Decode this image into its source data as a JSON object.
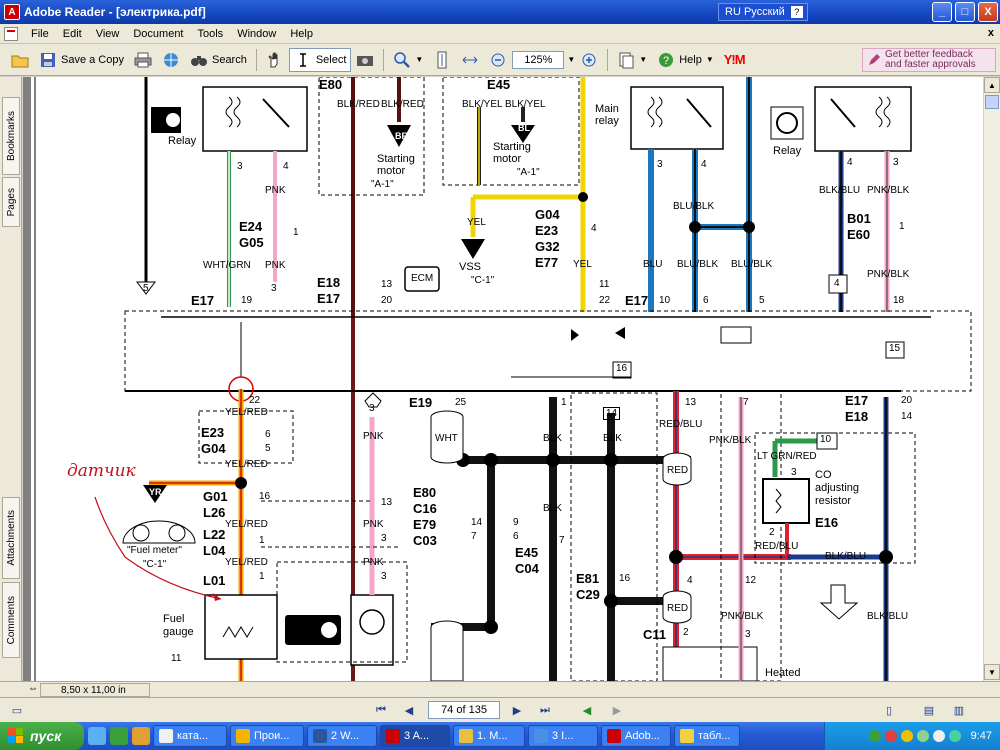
{
  "window": {
    "title": "Adobe Reader - [электрика.pdf]",
    "app_icon_letter": "A",
    "language_indicator": "RU Русский",
    "help_icon": "?",
    "minimize_glyph": "_",
    "maximize_glyph": "□",
    "close_glyph": "X"
  },
  "menu": {
    "items": [
      "File",
      "Edit",
      "View",
      "Document",
      "Tools",
      "Window",
      "Help"
    ],
    "close_doc_glyph": "x"
  },
  "toolbar": {
    "save_copy_label": "Save a Copy",
    "search_label": "Search",
    "select_label": "Select",
    "zoom_value": "125%",
    "help_label": "Help",
    "yahoo_label": "Y!M",
    "feedback_line1": "Get better feedback",
    "feedback_line2": "and faster approvals"
  },
  "left_panel": {
    "tabs": [
      "Bookmarks",
      "Pages",
      "Attachments",
      "Comments"
    ]
  },
  "status": {
    "page_size": "8,50 x 11,00 in"
  },
  "navigation": {
    "page_indicator": "74 of 135"
  },
  "taskbar": {
    "start_label": "пуск",
    "tasks": [
      "ката...",
      "Прои...",
      "2 W...",
      "3 A...",
      "1. M...",
      "3 I...",
      "Adob...",
      "табл..."
    ],
    "clock": "9:47"
  },
  "diagram": {
    "handwritten_note": "датчик",
    "labels": {
      "e80": "E80",
      "blk_red_1": "BLK/RED",
      "blk_red_2": "BLK/RED",
      "e45_top": "E45",
      "blk_yel_1": "BLK/YEL",
      "blk_yel_2": "BLK/YEL",
      "relay_left": "Relay",
      "relay_right": "Relay",
      "main_relay": "Main relay",
      "starting_motor_1": "Starting motor",
      "a1_ref_1": "\"A-1\"",
      "starting_motor_2": "Starting motor",
      "a1_ref_2": "\"A-1\"",
      "br": "BR",
      "bl": "BL",
      "pin3_left": "3",
      "pin4_left": "4",
      "pnk_1": "PNK",
      "e24": "E24",
      "g05": "G05",
      "pin1_a": "1",
      "wht_grn": "WHT/GRN",
      "pnk_2": "PNK",
      "pin5": "5",
      "pin3_arrow": "3",
      "e18_l": "E18",
      "e17_l": "E17",
      "e13": "13",
      "f20": "20",
      "ecm": "ECM",
      "yel_1": "YEL",
      "vss": "VSS",
      "c1_ref_1": "\"C-1\"",
      "a_g04": "G04",
      "e23_a": "E23",
      "g32": "G32",
      "e77": "E77",
      "pin4_b": "4",
      "yel_2": "YEL",
      "e11": "11",
      "f22": "22",
      "e17_left": "E17",
      "pin19": "19",
      "e17_mid": "E17",
      "pin10": "10",
      "pin6": "6",
      "pin5_b": "5",
      "pin18": "18",
      "blu_1": "BLU",
      "blu_blk_1": "BLU/BLK",
      "blu_blk_2": "BLU/BLK",
      "blu_blk_3": "BLU/BLK",
      "pin3_mr": "3",
      "pin4_mr": "4",
      "pin4_r": "4",
      "pin3_r": "3",
      "blk_blu_1": "BLK/BLU",
      "pnk_blk_1": "PNK/BLK",
      "b01": "B01",
      "e60": "E60",
      "pin1_b": "1",
      "box4": "4",
      "pnk_blk_2": "PNK/BLK",
      "box15": "15",
      "box16": "16",
      "box14": "14",
      "box10": "10",
      "yel_red_1": "YEL/RED",
      "pin22": "22",
      "e23_b": "E23",
      "g04_b": "G04",
      "pin6_a": "6",
      "pin5_c": "5",
      "yel_red_2": "YEL/RED",
      "yr": "YR",
      "g01": "G01",
      "l26": "L26",
      "pin16": "16",
      "yel_red_3": "YEL/RED",
      "l22": "L22",
      "l04": "L04",
      "pin1_c": "1",
      "yel_red_4": "YEL/RED",
      "l01": "L01",
      "pin1_d": "1",
      "fuel_meter": "\"Fuel meter\"",
      "c1_ref_2": "\"C-1\"",
      "fuel_gauge": "Fuel gauge",
      "pin11": "11",
      "pnk_3": "PNK",
      "pin13": "13",
      "pnk_4": "PNK",
      "pin3_p": "3",
      "pnk_5": "PNK",
      "pin3_q": "3",
      "pin3_arrow2": "3",
      "e80_b": "E80",
      "c16": "C16",
      "e79": "E79",
      "c03": "C03",
      "pin14": "14",
      "pin7": "7",
      "pin9": "9",
      "pin6_b": "6",
      "e19": "E19",
      "pin25": "25",
      "wht": "WHT",
      "pin1_e": "1",
      "blk_1": "BLK",
      "blk_2": "BLK",
      "blk_3": "BLK",
      "e45_b": "E45",
      "c04": "C04",
      "pin7_b": "7",
      "e81": "E81",
      "c29": "C29",
      "pin16_b": "16",
      "pin13_b": "13",
      "red_blu": "RED/BLU",
      "red_1": "RED",
      "red_2": "RED",
      "pin4_c": "4",
      "pin2": "2",
      "c11": "C11",
      "pin7_c": "7",
      "pnk_blk_3": "PNK/BLK",
      "pnk_blk_4": "PNK/BLK",
      "pin12": "12",
      "pin3_s": "3",
      "e17_r": "E17",
      "e18_r": "E18",
      "pin20": "20",
      "pin14_b": "14",
      "lt_grn_red": "LT GRN/RED",
      "pin3_t": "3",
      "co_adj": "CO adjusting resistor",
      "e16": "E16",
      "pin2_b": "2",
      "red_blu_2": "RED/BLU",
      "blk_blu_2": "BLK/BLU",
      "blk_blu_3": "BLK/BLU",
      "heated": "Heated"
    }
  },
  "colors": {
    "titlebar": "#1447c1",
    "wire_yellow": "#f2d500",
    "wire_pink": "#f4a6c8",
    "wire_blue": "#1a78c2",
    "wire_red": "#e0202a",
    "wire_green": "#2a9a4a",
    "handwriting": "#c0101c"
  }
}
